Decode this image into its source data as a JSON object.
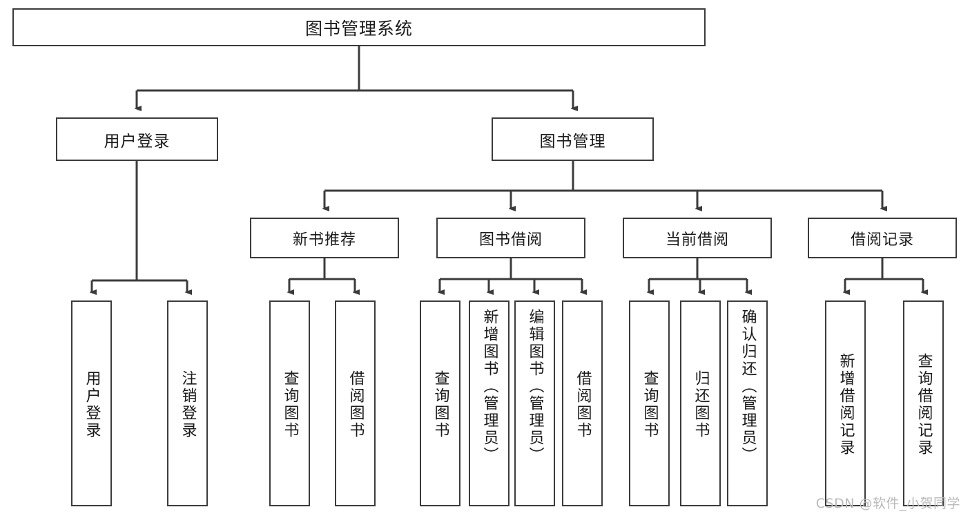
{
  "diagram": {
    "title": "图书管理系统",
    "type": "tree",
    "root": {
      "label": "图书管理系统"
    },
    "level2": [
      {
        "label": "用户登录"
      },
      {
        "label": "图书管理"
      }
    ],
    "level3": [
      {
        "label": "新书推荐"
      },
      {
        "label": "图书借阅"
      },
      {
        "label": "当前借阅"
      },
      {
        "label": "借阅记录"
      }
    ],
    "leaves": [
      {
        "label": "用户登录",
        "parent": "用户登录"
      },
      {
        "label": "注销登录",
        "parent": "用户登录"
      },
      {
        "label": "查询图书",
        "parent": "新书推荐"
      },
      {
        "label": "借阅图书",
        "parent": "新书推荐"
      },
      {
        "label": "查询图书",
        "parent": "图书借阅"
      },
      {
        "label": "新增图书（管理员）",
        "parent": "图书借阅"
      },
      {
        "label": "编辑图书（管理员）",
        "parent": "图书借阅"
      },
      {
        "label": "借阅图书",
        "parent": "图书借阅"
      },
      {
        "label": "查询图书",
        "parent": "当前借阅"
      },
      {
        "label": "归还图书",
        "parent": "当前借阅"
      },
      {
        "label": "确认归还（管理员）",
        "parent": "当前借阅"
      },
      {
        "label": "新增借阅记录",
        "parent": "借阅记录"
      },
      {
        "label": "查询借阅记录",
        "parent": "借阅记录"
      }
    ],
    "colors": {
      "stroke": "#3b3b3b",
      "text": "#1a1a1a",
      "background": "#ffffff",
      "watermark": "#b9b9b9"
    }
  },
  "watermark": {
    "text": "CSDN @软件_小贺同学"
  }
}
